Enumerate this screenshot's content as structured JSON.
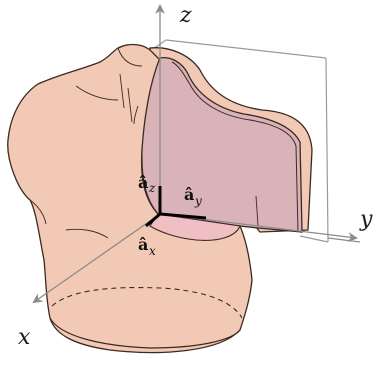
{
  "axes": {
    "z": "z",
    "y": "y",
    "x": "x"
  },
  "unit_vectors": {
    "az": {
      "symbol": "â",
      "sub": "z"
    },
    "ay": {
      "symbol": "â",
      "sub": "y"
    },
    "ax": {
      "symbol": "â",
      "sub": "x"
    }
  },
  "colors": {
    "skin": "#f2c9b4",
    "skin_outline": "#3a2a22",
    "section_face": "#d9b3b8",
    "bottom_section": "#f0bfc4",
    "plane_lines": "#9a9a9a",
    "axis_gray": "#8c8c8c",
    "vector_black": "#000000"
  }
}
